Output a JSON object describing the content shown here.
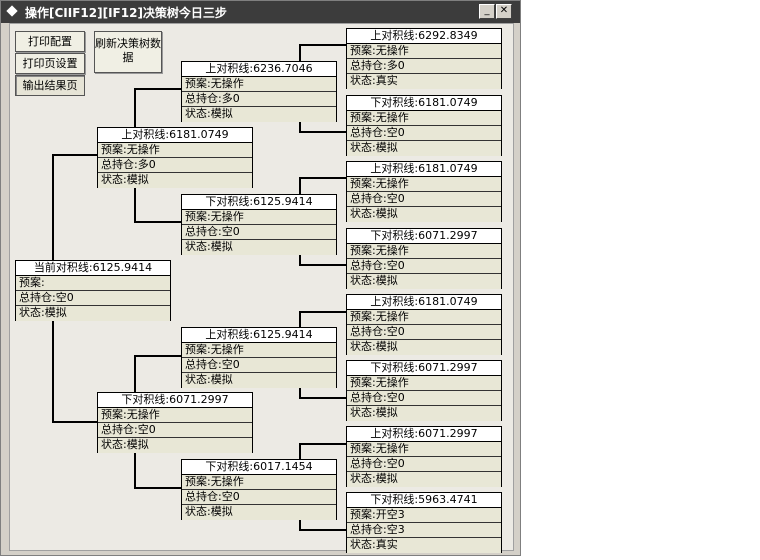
{
  "window": {
    "title": "操作[CIIF12][IF12]决策树今日三步"
  },
  "buttons": {
    "print_config": "打印配置",
    "print_page_setup": "打印页设置",
    "output_results": "输出结果页",
    "refresh_tree": "刷新决策树数据"
  },
  "labels": {
    "plan": "预案:",
    "position": "总持仓:",
    "state": "状态:"
  },
  "nodes": {
    "root": {
      "line": "当前对积线:6125.9414",
      "plan": "",
      "pos": "空0",
      "state": "模拟"
    },
    "l1_up": {
      "line": "上对积线:6181.0749",
      "plan": "无操作",
      "pos": "多0",
      "state": "模拟"
    },
    "l1_down": {
      "line": "下对积线:6071.2997",
      "plan": "无操作",
      "pos": "空0",
      "state": "模拟"
    },
    "l2_uu": {
      "line": "上对积线:6236.7046",
      "plan": "无操作",
      "pos": "多0",
      "state": "模拟"
    },
    "l2_ud": {
      "line": "下对积线:6125.9414",
      "plan": "无操作",
      "pos": "空0",
      "state": "模拟"
    },
    "l2_du": {
      "line": "上对积线:6125.9414",
      "plan": "无操作",
      "pos": "空0",
      "state": "模拟"
    },
    "l2_dd": {
      "line": "下对积线:6017.1454",
      "plan": "无操作",
      "pos": "空0",
      "state": "模拟"
    },
    "l3_1": {
      "line": "上对积线:6292.8349",
      "plan": "无操作",
      "pos": "多0",
      "state": "真实"
    },
    "l3_2": {
      "line": "下对积线:6181.0749",
      "plan": "无操作",
      "pos": "空0",
      "state": "模拟"
    },
    "l3_3": {
      "line": "上对积线:6181.0749",
      "plan": "无操作",
      "pos": "空0",
      "state": "模拟"
    },
    "l3_4": {
      "line": "下对积线:6071.2997",
      "plan": "无操作",
      "pos": "空0",
      "state": "模拟"
    },
    "l3_5": {
      "line": "上对积线:6181.0749",
      "plan": "无操作",
      "pos": "空0",
      "state": "模拟"
    },
    "l3_6": {
      "line": "下对积线:6071.2997",
      "plan": "无操作",
      "pos": "空0",
      "state": "模拟"
    },
    "l3_7": {
      "line": "上对积线:6071.2997",
      "plan": "无操作",
      "pos": "空0",
      "state": "模拟"
    },
    "l3_8": {
      "line": "下对积线:5963.4741",
      "plan": "开空3",
      "pos": "空3",
      "state": "真实"
    }
  }
}
